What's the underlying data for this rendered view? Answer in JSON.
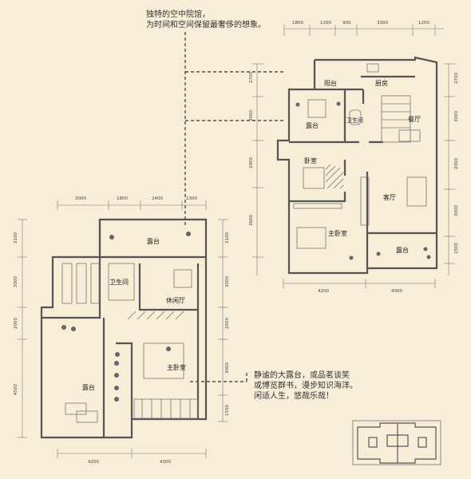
{
  "captions": {
    "top": [
      "独特的空中院馆，",
      "为时间和空间保留最奢侈的想象。"
    ],
    "bottom": [
      "静谧的大露台，或品茗谈笑",
      "或博览群书，漫步知识海洋。",
      "闲适人生，悠哉乐哉！"
    ]
  },
  "upper_floor": {
    "rooms": {
      "yangtai": "阳台",
      "chufang": "厨房",
      "lutai_small": "露台",
      "weishengjian": "卫生间",
      "canting": "餐厅",
      "woshi": "卧室",
      "keting": "客厅",
      "zhuwoshi": "主卧室",
      "lutai": "露台"
    },
    "dims_top": [
      "1800",
      "1200",
      "900",
      "3300",
      "1200"
    ],
    "dims_left": [
      "2700",
      "3000",
      "2900",
      "3600"
    ],
    "dims_right": [
      "2700",
      "3000",
      "2000",
      "3000",
      "1500"
    ],
    "dims_bottom": [
      "4200",
      "4300"
    ]
  },
  "lower_floor": {
    "rooms": {
      "lutai_top": "露台",
      "weishengjian": "卫生间",
      "xiuxianting": "休闲厅",
      "zhuwoshi": "主卧室",
      "lutai_big": "露台"
    },
    "dims_top": [
      "3000",
      "1800",
      "2400",
      "1300"
    ],
    "dims_left": [
      "2100",
      "3000",
      "2000",
      "4500"
    ],
    "dims_right": [
      "2100",
      "3000",
      "2000",
      "3000",
      "1500"
    ],
    "dims_bottom": [
      "4200",
      "4300"
    ]
  },
  "colors": {
    "background": "#f7eed8",
    "wall": "#555555",
    "line": "#777777"
  }
}
